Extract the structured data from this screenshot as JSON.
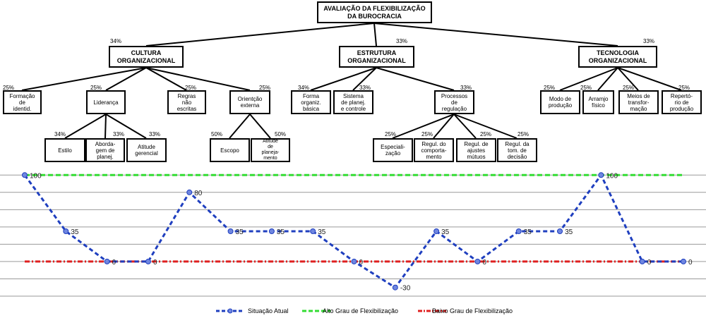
{
  "tree": {
    "root": "AVALIAÇÃO DA FLEXIBILIZAÇÃO\nDA BUROCRACIA",
    "categories": [
      {
        "pct": "34%",
        "label": "CULTURA\nORGANIZACIONAL"
      },
      {
        "pct": "33%",
        "label": "ESTRUTURA\nORGANIZACIONAL"
      },
      {
        "pct": "33%",
        "label": "TECNOLOGIA\nORGANIZACIONAL"
      }
    ],
    "level2": [
      {
        "pct": "25%",
        "label": "Formação\nde\nidentid."
      },
      {
        "pct": "25%",
        "label": "Liderança"
      },
      {
        "pct": "25%",
        "label": "Regras\nnão\nescritas"
      },
      {
        "pct": "25%",
        "label": "Orientção\nexterna"
      },
      {
        "pct": "34%",
        "label": "Forma\norganiz.\nbásica"
      },
      {
        "pct": "33%",
        "label": "Sistema\nde planej.\ne controle"
      },
      {
        "pct": "33%",
        "label": "Processos\nde\nregulação"
      },
      {
        "pct": "25%",
        "label": "Modo de\nprodução"
      },
      {
        "pct": "25%",
        "label": "Arramjo\nfísico"
      },
      {
        "pct": "25%",
        "label": "Meios de\ntransfor-\nmação"
      },
      {
        "pct": "25%",
        "label": "Repertó-\nrio de\nprodução"
      }
    ],
    "level3": [
      {
        "pct": "34%",
        "label": "Estilo"
      },
      {
        "pct": "33%",
        "label": "Aborda-\ngem de\nplanej."
      },
      {
        "pct": "33%",
        "label": "Atitude\ngerencial"
      },
      {
        "pct": "50%",
        "label": "Escopo"
      },
      {
        "pct": "50%",
        "label": "Atitude\nde\nplaneja-\nmento"
      },
      {
        "pct": "25%",
        "label": "Especiali-\nzação"
      },
      {
        "pct": "25%",
        "label": "Regul. do\ncomporta-\nmento"
      },
      {
        "pct": "25%",
        "label": "Regul. de\najustes\nmútuos"
      },
      {
        "pct": "25%",
        "label": "Regul. da\ntom. de\ndecisão"
      }
    ]
  },
  "chart_data": {
    "type": "line",
    "ylim": [
      -40,
      110
    ],
    "series": [
      {
        "name": "Situação Atual",
        "color": "#1f3fbf",
        "style": "dashed-markers",
        "values": [
          100,
          35,
          0,
          0,
          80,
          35,
          35,
          35,
          0,
          -30,
          35,
          0,
          35,
          35,
          100,
          0,
          0
        ],
        "labels": [
          "100",
          "35",
          "0",
          "0",
          "80",
          "35",
          "35",
          "35",
          "0",
          "-30",
          "35",
          "0",
          "35",
          "35",
          "100",
          "0",
          "0"
        ]
      },
      {
        "name": "Alto Grau de Flexibilização",
        "color": "#33dd33",
        "style": "dashed",
        "constant": 100
      },
      {
        "name": "Baixo Grau de Flexibilização",
        "color": "#e02020",
        "style": "dash-dot",
        "constant": 0
      }
    ]
  },
  "legend": {
    "situacao": "Situação Atual",
    "alto": "Alto Grau de Flexibilização",
    "baixo": "Baixo Grau de Flexibilização"
  }
}
